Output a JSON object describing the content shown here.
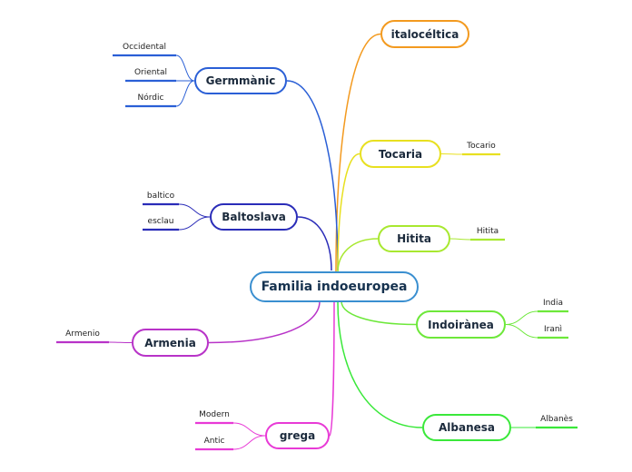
{
  "root": {
    "label": "Familia indoeuropea",
    "color": "#3a8fd0"
  },
  "branches": [
    {
      "label": "italocéltica",
      "color": "#f39a1f",
      "leaves": []
    },
    {
      "label": "Germmànic",
      "color": "#2a5fd6",
      "leaves": [
        "Occidental",
        "Oriental",
        "Nórdic"
      ]
    },
    {
      "label": "Tocaria",
      "color": "#e8e020",
      "leaves": [
        "Tocario"
      ]
    },
    {
      "label": "Baltoslava",
      "color": "#2a2cb8",
      "leaves": [
        "baltico",
        "esclau"
      ]
    },
    {
      "label": "Hitita",
      "color": "#a8e830",
      "leaves": [
        "Hitita"
      ]
    },
    {
      "label": "Indoiràнea",
      "color": "#6de83a",
      "leaves": [
        "India",
        "Iranì"
      ]
    },
    {
      "label": "Armenia",
      "color": "#b833c8",
      "leaves": [
        "Armenio"
      ]
    },
    {
      "label": "Albanesa",
      "color": "#3ae83a",
      "leaves": [
        "Albanès"
      ]
    },
    {
      "label": "grega",
      "color": "#e83ad6",
      "leaves": [
        "Modern",
        "Antic"
      ]
    }
  ]
}
